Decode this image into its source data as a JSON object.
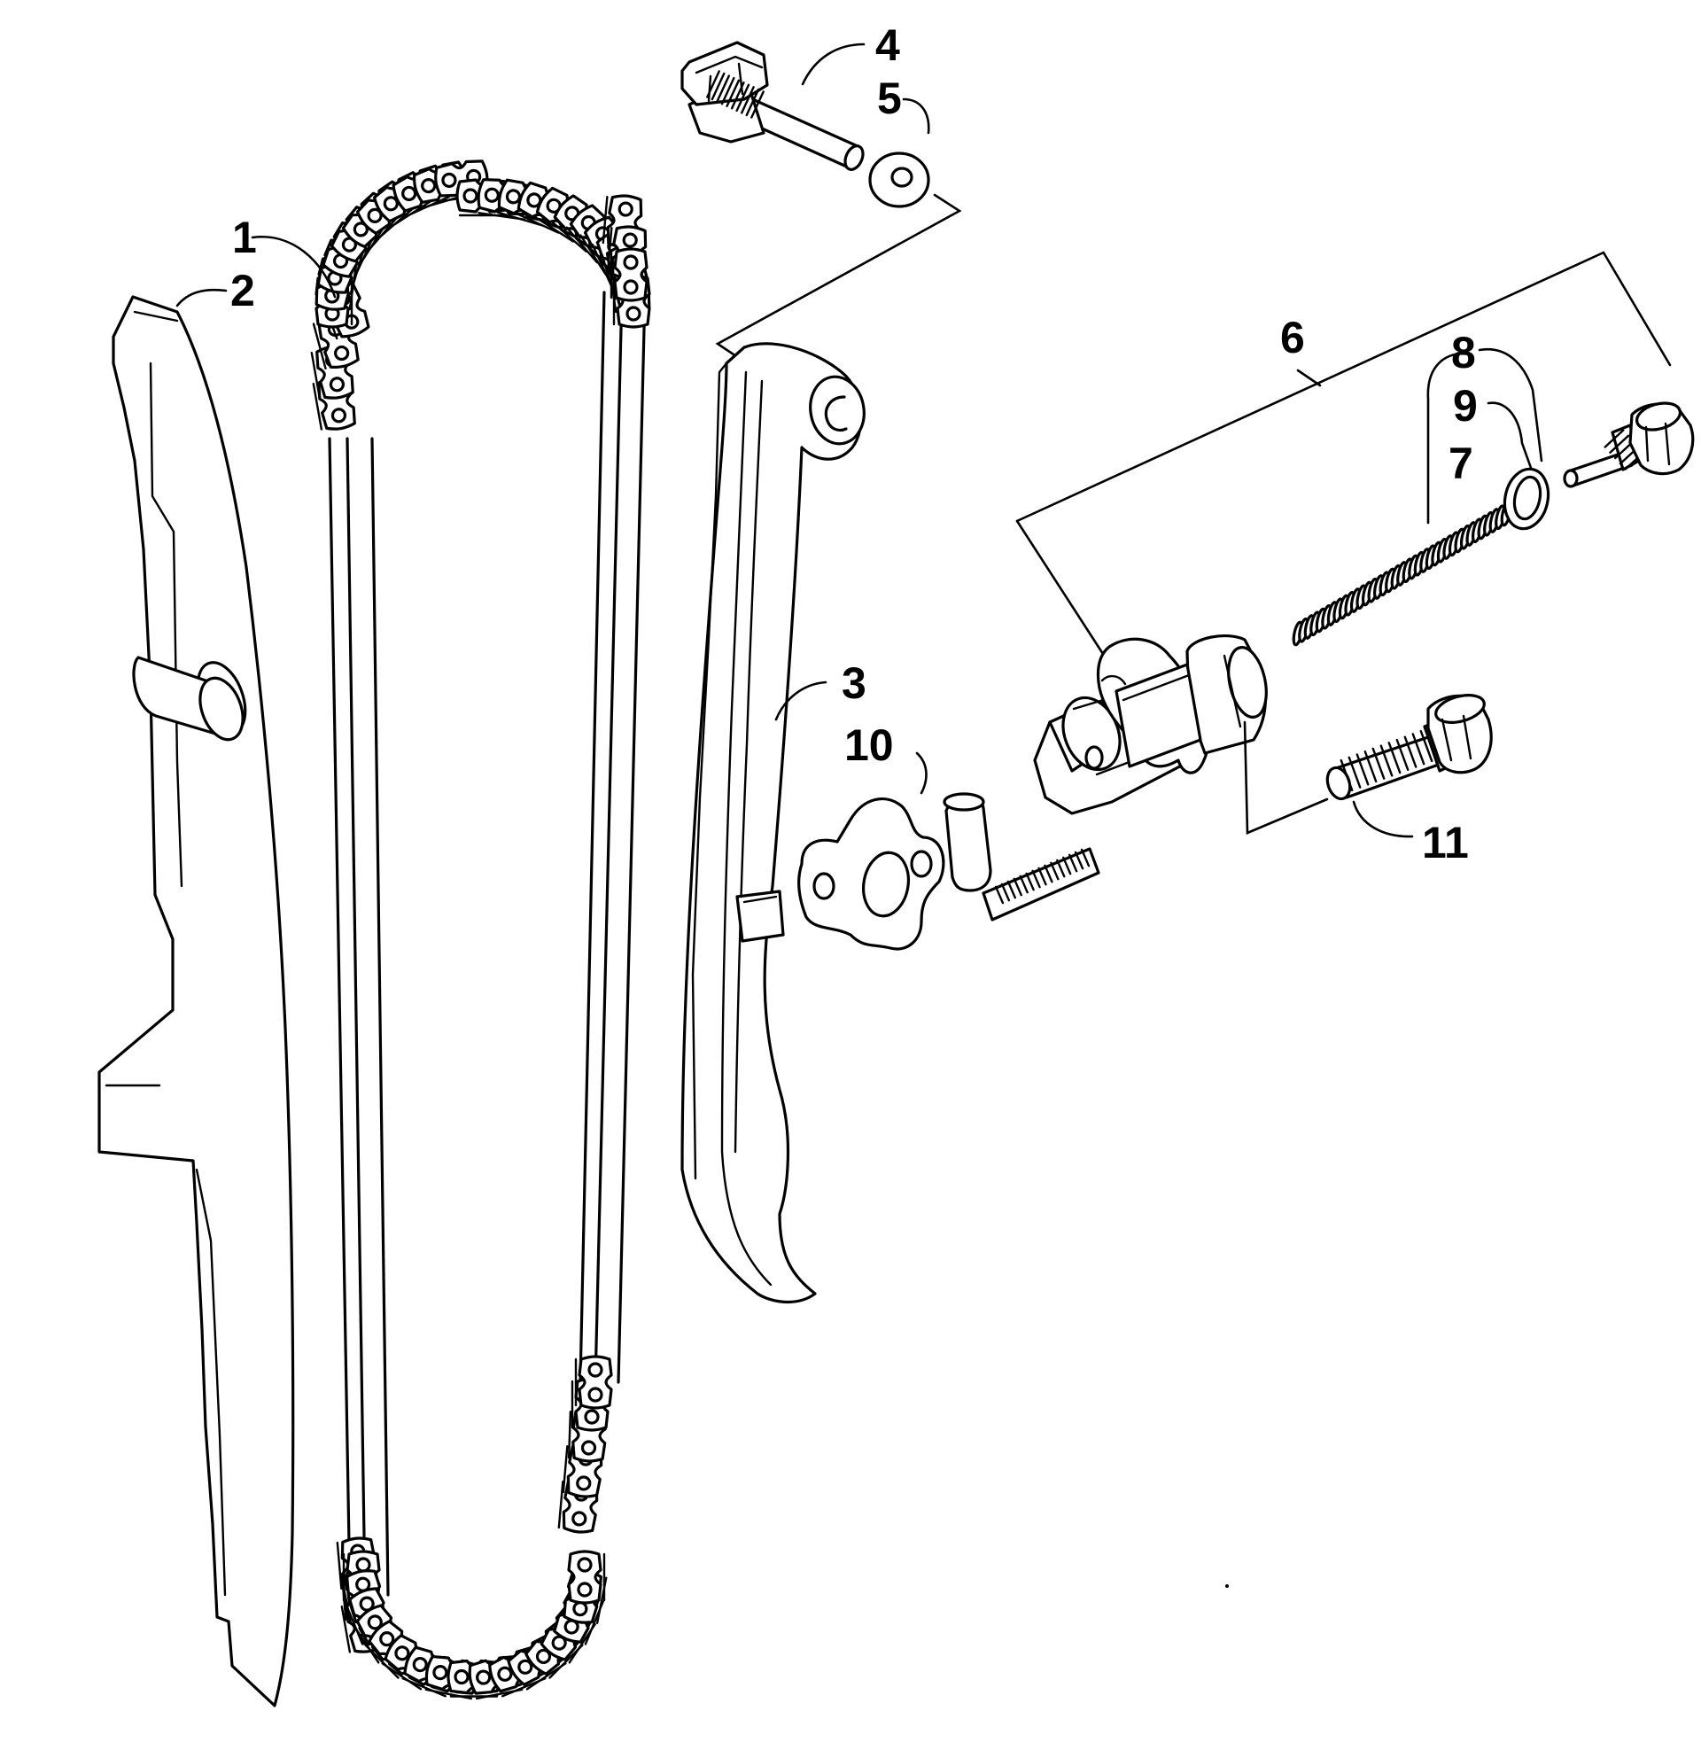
{
  "diagram": {
    "type": "exploded-parts-diagram",
    "callouts": [
      {
        "id": "1",
        "label": "1",
        "part": "cam-chain"
      },
      {
        "id": "2",
        "label": "2",
        "part": "chain-guide-rear"
      },
      {
        "id": "3",
        "label": "3",
        "part": "tensioner-arm"
      },
      {
        "id": "4",
        "label": "4",
        "part": "pivot-bolt"
      },
      {
        "id": "5",
        "label": "5",
        "part": "washer"
      },
      {
        "id": "6",
        "label": "6",
        "part": "tensioner-assembly"
      },
      {
        "id": "7",
        "label": "7",
        "part": "spring"
      },
      {
        "id": "8",
        "label": "8",
        "part": "cap-bolt"
      },
      {
        "id": "9",
        "label": "9",
        "part": "o-ring"
      },
      {
        "id": "10",
        "label": "10",
        "part": "gasket"
      },
      {
        "id": "11",
        "label": "11",
        "part": "cap-screw"
      }
    ]
  }
}
